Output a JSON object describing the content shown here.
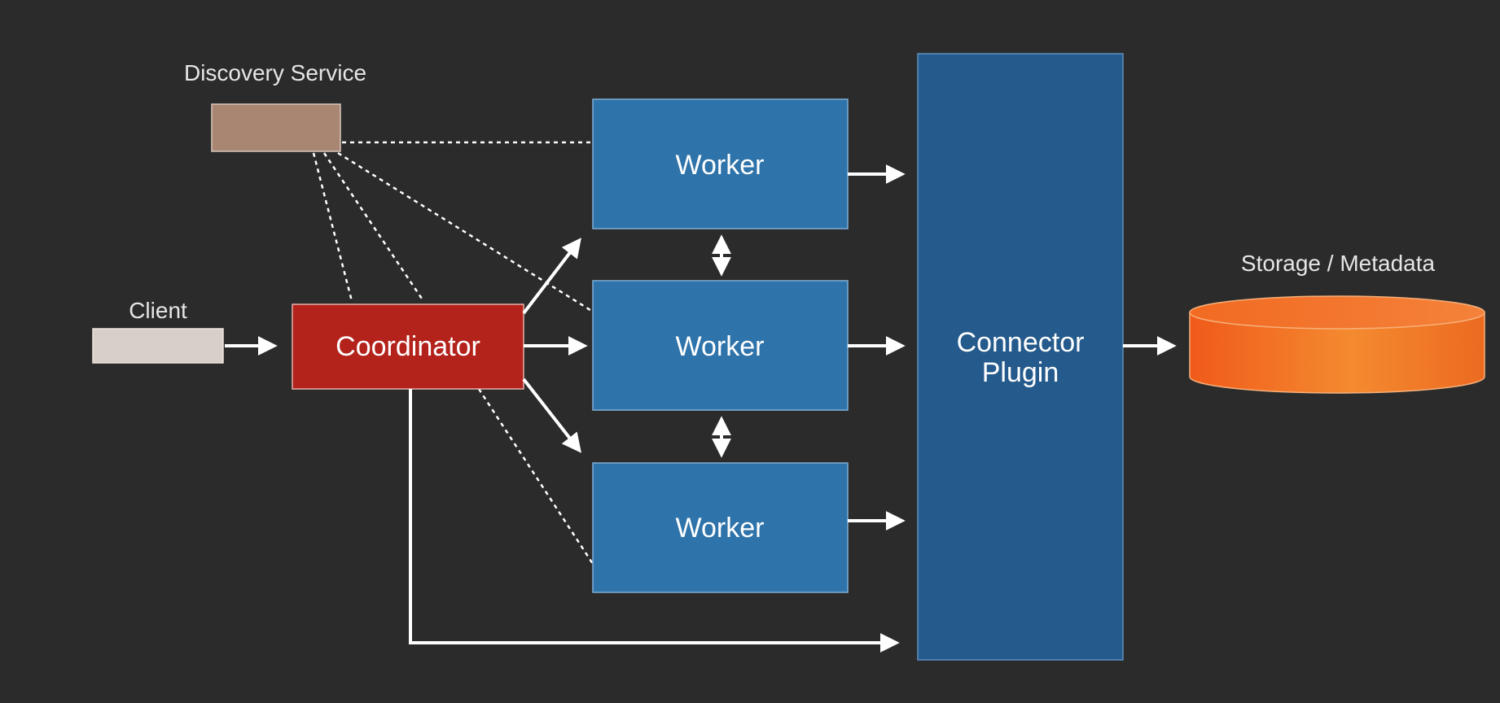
{
  "labels": {
    "discovery": "Discovery Service",
    "client": "Client",
    "coordinator": "Coordinator",
    "workers": [
      "Worker",
      "Worker",
      "Worker"
    ],
    "connector_line1": "Connector",
    "connector_line2": "Plugin",
    "storage": "Storage / Metadata"
  },
  "colors": {
    "background": "#2b2b2b",
    "discovery_box": "#a88672",
    "client_box": "#d9cfc9",
    "coordinator_box": "#b3231c",
    "worker_box": "#2e73aa",
    "connector_box": "#245a8c",
    "storage_fill": "#f07020",
    "arrow": "#ffffff"
  }
}
